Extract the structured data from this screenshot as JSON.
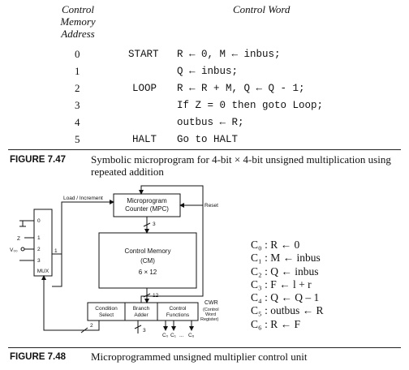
{
  "table": {
    "headers": {
      "address": [
        "Control",
        "Memory",
        "Address"
      ],
      "word": "Control Word"
    },
    "rows": [
      {
        "address": "0",
        "label": "START",
        "code": "R ← 0, M ← inbus;"
      },
      {
        "address": "1",
        "label": "",
        "code": "Q ← inbus;"
      },
      {
        "address": "2",
        "label": "LOOP",
        "code": "R ← R + M, Q ← Q - 1;"
      },
      {
        "address": "3",
        "label": "",
        "code": "If Z = 0 then goto Loop;"
      },
      {
        "address": "4",
        "label": "",
        "code": "outbus ← R;"
      },
      {
        "address": "5",
        "label": "HALT",
        "code": "Go to HALT"
      }
    ]
  },
  "figure_747": {
    "label": "FIGURE 7.47",
    "caption_line1": "Symbolic microprogram for 4-bit × 4-bit unsigned multiplication using",
    "caption_line2": "repeated addition"
  },
  "diagram": {
    "load_increment": "Load / Increment",
    "mpc_line1": "Microprogram",
    "mpc_line2": "Counter (MPC)",
    "reset": "Reset",
    "bus3": "3",
    "cm_line1": "Control Memory",
    "cm_line2": "(CM)",
    "cm_size": "6 × 12",
    "bus12": "12",
    "cond_line1": "Condition",
    "cond_line2": "Select",
    "branch_line1": "Branch",
    "branch_line2": "Adder",
    "ctrl_line1": "Control",
    "ctrl_line2": "Functions",
    "cwr_line1": "CWR",
    "cwr_line2": "(Control",
    "cwr_line3": "Word",
    "cwr_line4": "Register)",
    "bus2": "2",
    "bus3b": "3",
    "c0": "C₀",
    "c1": "C₁",
    "dots": "...",
    "c6": "C₆",
    "mux": "MUX",
    "mux_in0": "0",
    "mux_in1": "1",
    "mux_in2": "2",
    "mux_in3": "3",
    "z_label": "Z",
    "vcc_label": "V₀₀",
    "mux_out": "1"
  },
  "signals": [
    "C₀ : R ← 0",
    "C₁ : M ← inbus",
    "C₂ : Q ← inbus",
    "C₃ : F ← l + r",
    "C₄ : Q ← Q – 1",
    "C₅ : outbus ← R",
    "C₆ : R ← F"
  ],
  "figure_748": {
    "label": "FIGURE 7.48",
    "caption": "Microprogrammed unsigned multiplier control unit"
  }
}
